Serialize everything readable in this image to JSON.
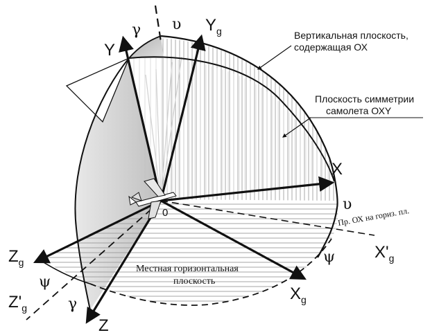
{
  "axes": {
    "x": "X",
    "y": "Y",
    "z": "Z",
    "yg_main": "Y",
    "yg_sub": "g",
    "xg_main": "X",
    "xg_sub": "g",
    "zg_main": "Z",
    "zg_sub": "g",
    "xpg_main": "X'",
    "xpg_sub": "g",
    "zpg_main": "Z'",
    "zpg_sub": "g",
    "origin": "0"
  },
  "angles": {
    "upsilon_top": "υ",
    "upsilon_right": "υ",
    "gamma_top": "γ",
    "gamma_bottom": "γ",
    "psi_left": "ψ",
    "psi_right": "ψ"
  },
  "notes": {
    "vertical_plane_line1": "Вертикальная плоскость,",
    "vertical_plane_line2": "содержащая ОХ",
    "symmetry_plane_line1": "Плоскость симметрии",
    "symmetry_plane_line2": "самолета ОХY",
    "horizontal_plane_line1": "Местная горизонтальная",
    "horizontal_plane_line2": "плоскость",
    "projection": "Пр. ОХ на гориз. пл."
  },
  "colors": {
    "ink": "#111111",
    "shade_left": "#cfcfcf",
    "shade_top": "#bdbdbd",
    "hatch": "#9a9a9a",
    "ray": "#cccccc"
  }
}
